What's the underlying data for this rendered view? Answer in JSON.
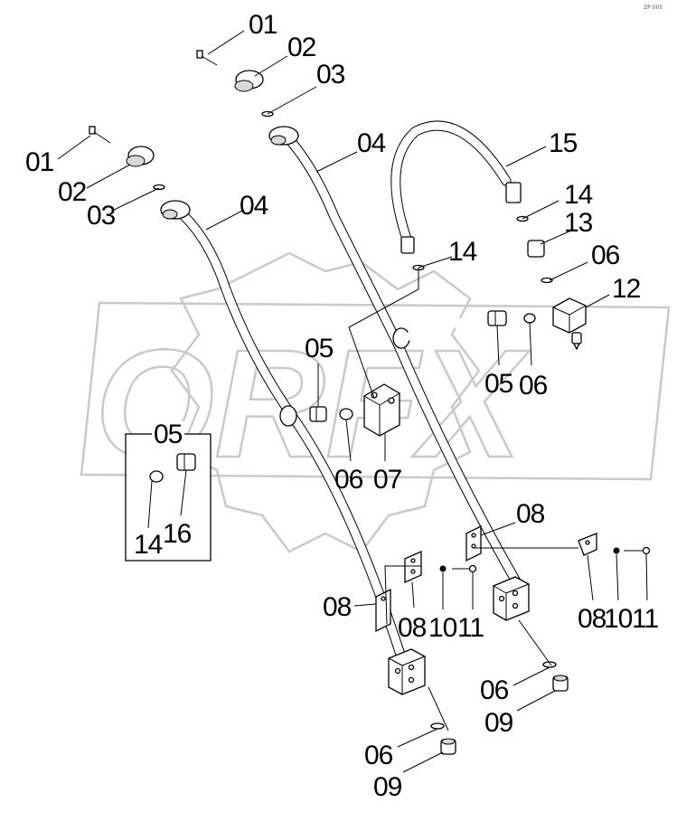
{
  "watermark_text": "ORFX",
  "corner_mark": "ZP 005",
  "inset_label": "05",
  "callouts": {
    "c01a": "01",
    "c02a": "02",
    "c03a": "03",
    "c04a": "04",
    "c01b": "01",
    "c02b": "02",
    "c03b": "03",
    "c04b": "04",
    "c15": "15",
    "c14a": "14",
    "c13": "13",
    "c06a": "06",
    "c12": "12",
    "c14b": "14",
    "c05a": "05",
    "c06b": "06",
    "c05b": "05",
    "c06c": "06",
    "c07": "07",
    "c14c": "14",
    "c16": "16",
    "c08a": "08",
    "c08b": "08",
    "c10a": "10",
    "c11a": "11",
    "c08c": "08",
    "c08d": "08",
    "c10b": "10",
    "c11b": "11",
    "c06d": "06",
    "c09a": "09",
    "c06e": "06",
    "c09b": "09"
  }
}
